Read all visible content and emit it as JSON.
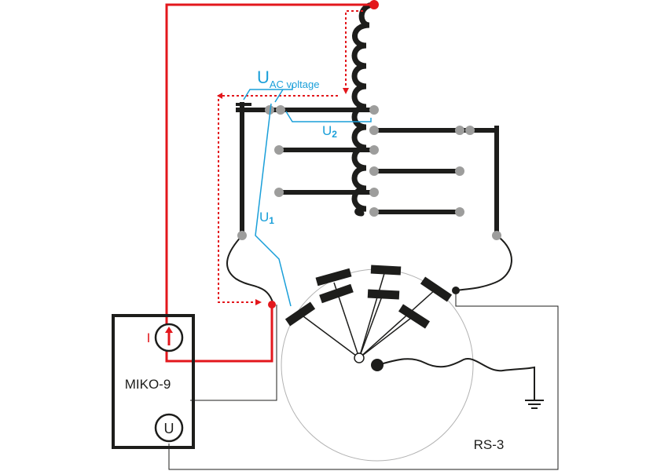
{
  "colors": {
    "current": "#e3171c",
    "voltage": "#1a9fd9",
    "wire": "#1d1d1b",
    "contact": "#9d9d9c",
    "circle": "#b2b2b2"
  },
  "labels": {
    "u_ac_main": "U",
    "u_ac_sub": "AC voltage",
    "u2_main": "U",
    "u2_sub": "2",
    "u1_main": "U",
    "u1_sub": "1",
    "current_symbol": "I",
    "current_arrow": "↑",
    "voltage_symbol": "U",
    "instrument_name": "MIKO-9",
    "switch_name": "RS-3"
  },
  "icons": [
    "ground-icon",
    "current-meter-icon",
    "voltage-meter-icon",
    "transformer-coil-icon"
  ]
}
